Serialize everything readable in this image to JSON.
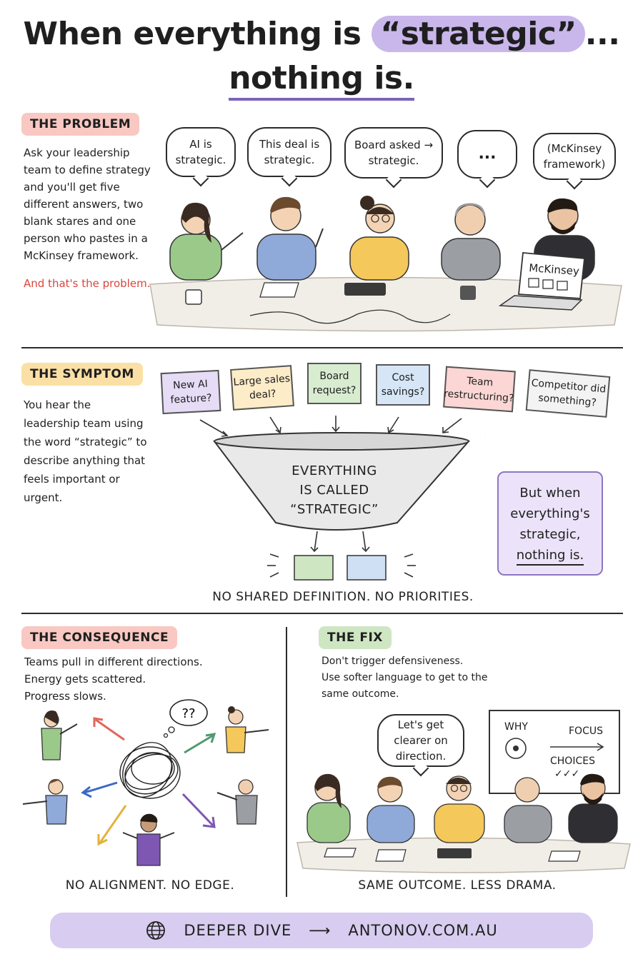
{
  "title": {
    "line1_pre": "When everything is",
    "line1_highlight": "“strategic”",
    "line1_post": "...",
    "line2": "nothing is."
  },
  "problem": {
    "tag": "THE PROBLEM",
    "text": "Ask your leadership team to define strategy and you'll get five different answers, two blank stares and one person who pastes in a McKinsey framework.",
    "emphasis": "And that's the problem.",
    "bubbles": [
      "AI is strategic.",
      "This deal is strategic.",
      "Board asked → strategic.",
      "...",
      "(McKinsey framework)"
    ],
    "laptop_label": "McKinsey"
  },
  "symptom": {
    "tag": "THE SYMPTOM",
    "text": "You hear the leadership team using the word “strategic” to describe anything that feels important or urgent.",
    "notes": [
      {
        "label": "New AI feature?",
        "color": "#e6dcf6"
      },
      {
        "label": "Large sales deal?",
        "color": "#fdecc8"
      },
      {
        "label": "Board request?",
        "color": "#d8ecd0"
      },
      {
        "label": "Cost savings?",
        "color": "#d6e6f6"
      },
      {
        "label": "Team restructuring?",
        "color": "#fbd6d4"
      },
      {
        "label": "Competitor did something?",
        "color": "#f3f3f3"
      }
    ],
    "funnel_lines": [
      "EVERYTHING",
      "IS CALLED",
      "“STRATEGIC”"
    ],
    "caption": "NO SHARED DEFINITION. NO PRIORITIES.",
    "callout_line1": "But when",
    "callout_line2": "everything's",
    "callout_line3": "strategic,",
    "callout_line4": "nothing is."
  },
  "consequence": {
    "tag": "THE CONSEQUENCE",
    "lines": [
      "Teams pull in different directions.",
      "Energy gets scattered.",
      "Progress slows."
    ],
    "thought": "??",
    "caption": "NO ALIGNMENT. NO EDGE."
  },
  "fix": {
    "tag": "THE FIX",
    "lines": [
      "Don't trigger defensiveness.",
      "Use softer language to get to the",
      "same outcome."
    ],
    "bubble": "Let's get clearer on direction.",
    "board_why": "WHY",
    "board_focus": "FOCUS",
    "board_choices": "CHOICES",
    "board_checks": "✓✓✓",
    "caption": "SAME OUTCOME. LESS DRAMA."
  },
  "footer": {
    "label": "DEEPER DIVE",
    "arrow": "⟶",
    "url": "ANTONOV.COM.AU"
  },
  "colors": {
    "highlight": "#c9b6ea",
    "red_tag": "#f9c8c2",
    "yellow_tag": "#fbe0a6",
    "green_tag": "#cfe6c3",
    "footer": "#d8ccf0"
  }
}
